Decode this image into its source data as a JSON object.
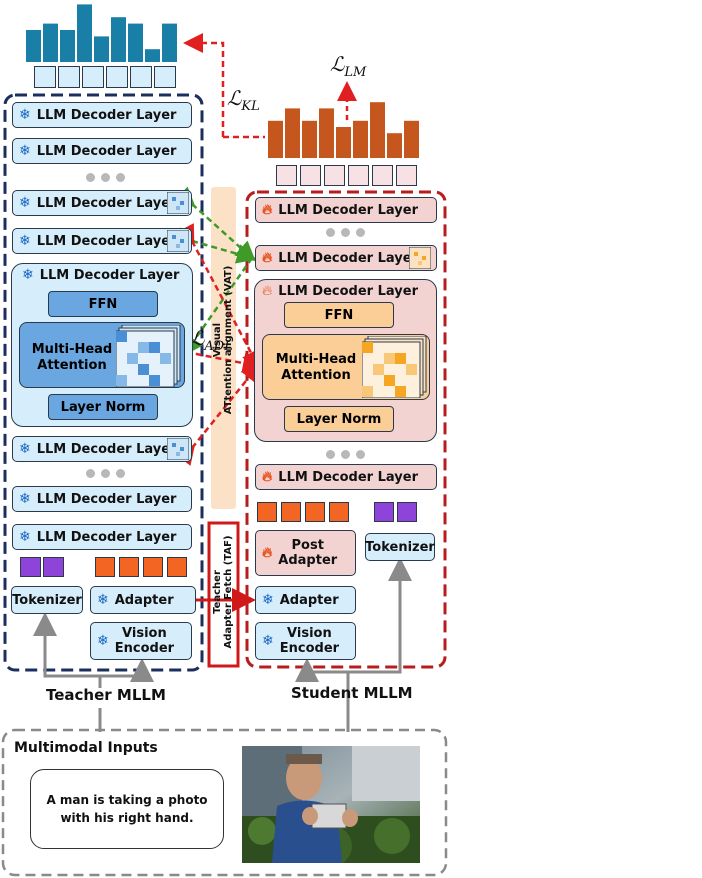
{
  "loss": {
    "kl": "ℒ",
    "kl_sub": "KL",
    "lm": "ℒ",
    "lm_sub": "LM",
    "adl": "ℒ",
    "adl_sub": "ADL"
  },
  "teacher": {
    "title": "Teacher MLLM",
    "decoder_label": "LLM Decoder Layer",
    "ffn": "FFN",
    "mha_line1": "Multi-Head",
    "mha_line2": "Attention",
    "layer_norm": "Layer Norm",
    "tokenizer": "Tokenizer",
    "adapter": "Adapter",
    "vision_line1": "Vision",
    "vision_line2": "Encoder"
  },
  "student": {
    "title": "Student MLLM",
    "decoder_label": "LLM Decoder Layer",
    "ffn": "FFN",
    "mha_line1": "Multi-Head",
    "mha_line2": "Attention",
    "layer_norm": "Layer Norm",
    "tokenizer": "Tokenizer",
    "post_adapter_line1": "Post",
    "post_adapter_line2": "Adapter",
    "adapter": "Adapter",
    "vision_line1": "Vision",
    "vision_line2": "Encoder"
  },
  "vat": {
    "line1": "Visual",
    "line2": "ATtention alignment (VAT)"
  },
  "taf": {
    "line1": "Teacher",
    "line2": "Adapter Fetch (TAF)"
  },
  "inputs": {
    "title": "Multimodal Inputs",
    "caption_line1": "A man is taking a photo",
    "caption_line2": "with his right hand."
  },
  "colors": {
    "teacher_bar": "#1a7fa6",
    "student_bar": "#c4561e",
    "teacher_frame": "#1b2f5e",
    "student_frame": "#b81c1c",
    "kl_arrow": "#e02020",
    "vat_arrow": "#3f9a2a",
    "token_orange": "#f26522",
    "token_purple": "#8e44d8"
  },
  "icons": {
    "frozen": "snowflake-icon",
    "trainable": "fire-icon"
  },
  "chart_data": [
    {
      "type": "bar",
      "values": [
        5,
        6,
        5,
        9,
        4,
        7,
        6,
        2,
        6
      ]
    },
    {
      "type": "bar",
      "values": [
        6,
        8,
        6,
        8,
        5,
        6,
        9,
        4,
        6
      ]
    }
  ]
}
